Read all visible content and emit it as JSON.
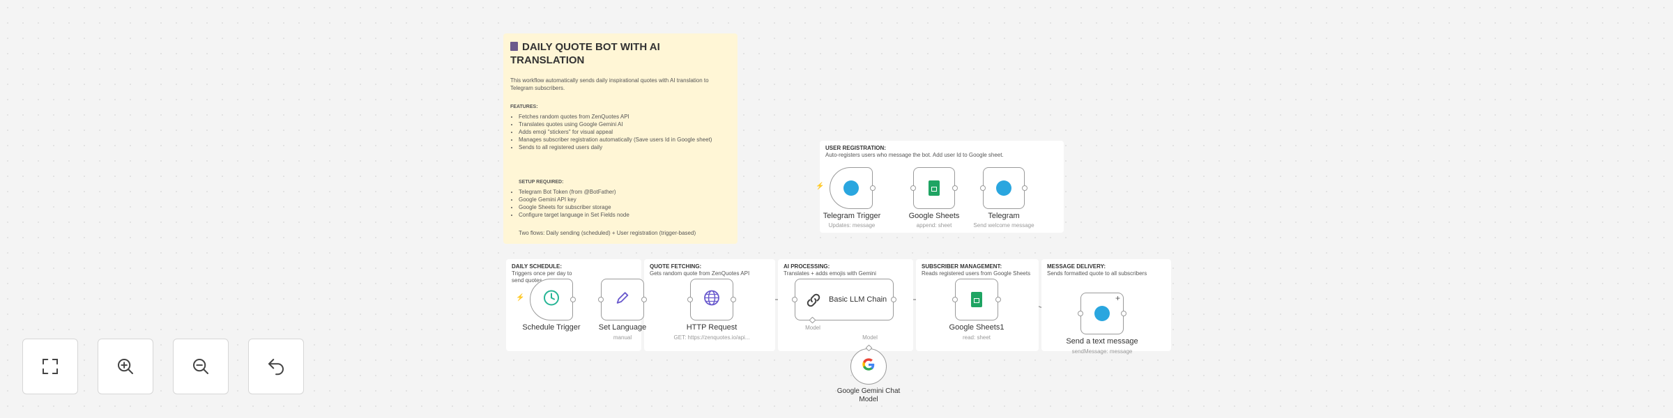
{
  "main_note": {
    "title": "DAILY QUOTE BOT WITH AI TRANSLATION",
    "description": "This workflow automatically sends daily inspirational quotes with AI translation to Telegram subscribers.",
    "features_heading": "FEATURES:",
    "features": [
      "Fetches random quotes from ZenQuotes API",
      "Translates quotes using Google Gemini AI",
      "Adds emoji \"stickers\" for visual appeal",
      "Manages subscriber registration automatically (Save users Id in Google sheet)",
      "Sends to all registered users daily"
    ],
    "setup_heading": "SETUP REQUIRED:",
    "setup": [
      "Telegram Bot Token (from @BotFather)",
      "Google Gemini API key",
      "Google Sheets for subscriber storage",
      "Configure target language in Set Fields node"
    ],
    "footer": "Two flows: Daily sending (scheduled) + User registration (trigger-based)"
  },
  "groups": {
    "user_registration": {
      "title": "USER REGISTRATION:",
      "desc": "Auto-registers users who message the bot. Add user Id to Google sheet."
    },
    "daily_schedule": {
      "title": "DAILY SCHEDULE:",
      "desc": "Triggers once per day to send quotes"
    },
    "quote_fetching": {
      "title": "QUOTE FETCHING:",
      "desc": "Gets random quote from ZenQuotes API"
    },
    "ai_processing": {
      "title": "AI PROCESSING:",
      "desc": "Translates + adds emojis with Gemini"
    },
    "subscriber_management": {
      "title": "SUBSCRIBER MANAGEMENT:",
      "desc": "Reads registered users from Google Sheets"
    },
    "message_delivery": {
      "title": "MESSAGE DELIVERY:",
      "desc": "Sends formatted quote to all subscribers"
    }
  },
  "nodes": {
    "telegram_trigger": {
      "label": "Telegram Trigger",
      "sub": "Updates: message",
      "icon": "telegram-icon"
    },
    "google_sheets": {
      "label": "Google Sheets",
      "sub": "append: sheet",
      "icon": "google-sheets-icon"
    },
    "telegram": {
      "label": "Telegram",
      "sub": "Send welcome message",
      "icon": "telegram-icon"
    },
    "schedule_trigger": {
      "label": "Schedule Trigger",
      "icon": "clock-icon"
    },
    "set_language": {
      "label": "Set Language",
      "sub": "manual",
      "icon": "pencil-icon"
    },
    "http_request": {
      "label": "HTTP Request",
      "sub": "GET: https://zenquotes.io/api...",
      "icon": "globe-icon"
    },
    "basic_llm_chain": {
      "label": "Basic LLM Chain",
      "model_port": "Model",
      "icon": "link-icon"
    },
    "google_sheets1": {
      "label": "Google Sheets1",
      "sub": "read: sheet",
      "icon": "google-sheets-icon"
    },
    "send_text": {
      "label": "Send a text message",
      "sub": "sendMessage: message",
      "icon": "telegram-icon"
    },
    "gemini_model": {
      "label_line1": "Google Gemini Chat",
      "label_line2": "Model",
      "port": "Model",
      "icon": "google-icon"
    }
  },
  "controls": [
    {
      "name": "fit-view-button",
      "icon": "fullscreen-icon"
    },
    {
      "name": "zoom-in-button",
      "icon": "zoom-in-icon"
    },
    {
      "name": "zoom-out-button",
      "icon": "zoom-out-icon"
    },
    {
      "name": "undo-button",
      "icon": "undo-icon"
    }
  ],
  "colors": {
    "sticky_main": "#fff6d6",
    "telegram": "#2aa6df",
    "sheets": "#1fa463",
    "trigger_bolt": "#e05f5f"
  }
}
